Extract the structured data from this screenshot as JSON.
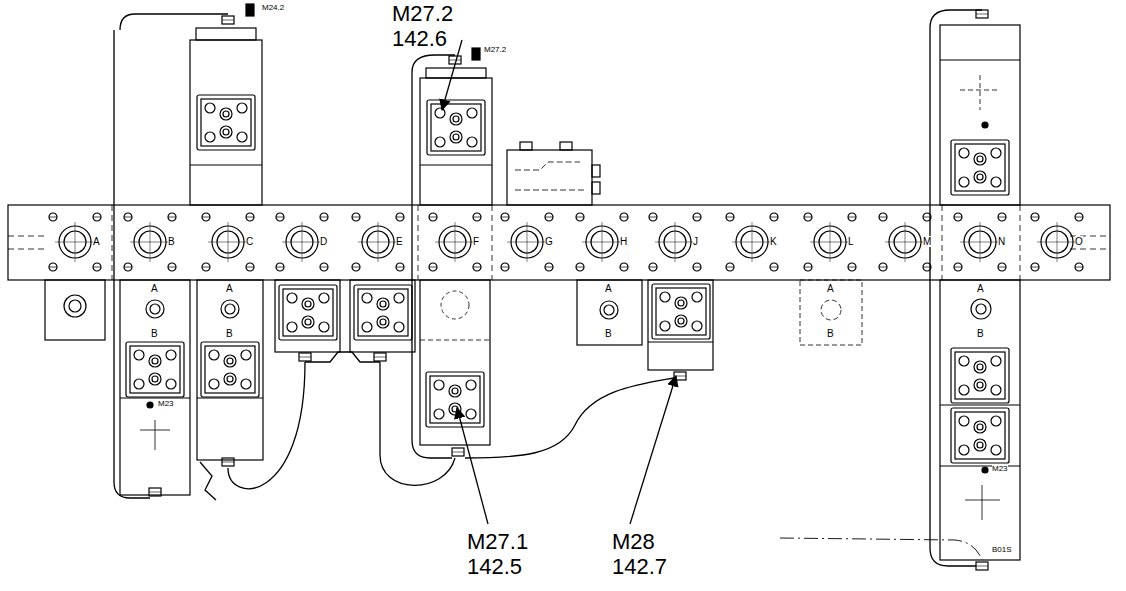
{
  "diagram": {
    "labels": [
      "M27.2",
      "142.6",
      "A",
      "B",
      "C",
      "D",
      "E",
      "F",
      "G",
      "H",
      "J",
      "K",
      "L",
      "M",
      "N",
      "O",
      "A",
      "B",
      "A",
      "B",
      "A",
      "B",
      "A",
      "B",
      "A",
      "B",
      "M24.2",
      "M27.2",
      "M23",
      "M23",
      "B01S",
      "M27.1",
      "142.5",
      "M28",
      "142.7"
    ]
  }
}
